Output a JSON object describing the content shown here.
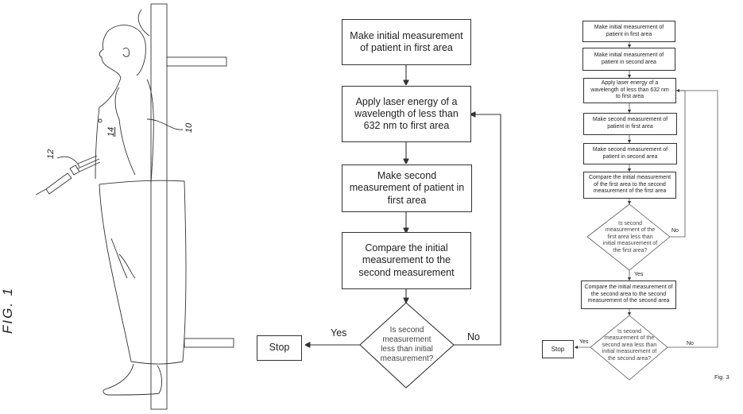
{
  "fig1": {
    "label": "FIG. 1",
    "ref_device": "12",
    "ref_patient": "10",
    "ref_area": "14"
  },
  "flow_left": {
    "step1": "Make initial measurement of patient in first area",
    "step2": "Apply laser energy of a wavelength of less than 632 nm to first area",
    "step3": "Make second measurement of patient in first area",
    "step4": "Compare the initial measurement to the second measurement",
    "decision": "Is second measurement less than initial measurement?",
    "yes_label": "Yes",
    "no_label": "No",
    "stop": "Stop"
  },
  "flow_right": {
    "step1": "Make initial measurement of patient in first area",
    "step2": "Make initial measurement of patient in second area",
    "step3": "Apply laser energy of a wavelength of less than 632 nm to first area",
    "step4": "Make second measurement of patient in first area",
    "step5": "Make second measurement of patient in second area",
    "step6": "Compare the initial measurement of the first area to the second measurement of the first area",
    "decision1": "Is second measurement of the first area less than initial measurement of the first area?",
    "decision1_yes": "Yes",
    "decision1_no": "No",
    "step7": "Compare the initial measurement of the second area to the second measurement of the second area",
    "decision2": "Is second measurement of the second area less than initial measurement of the second area?",
    "decision2_yes": "Yes",
    "decision2_no": "No",
    "stop": "Stop",
    "fig_label": "Fig. 3"
  }
}
